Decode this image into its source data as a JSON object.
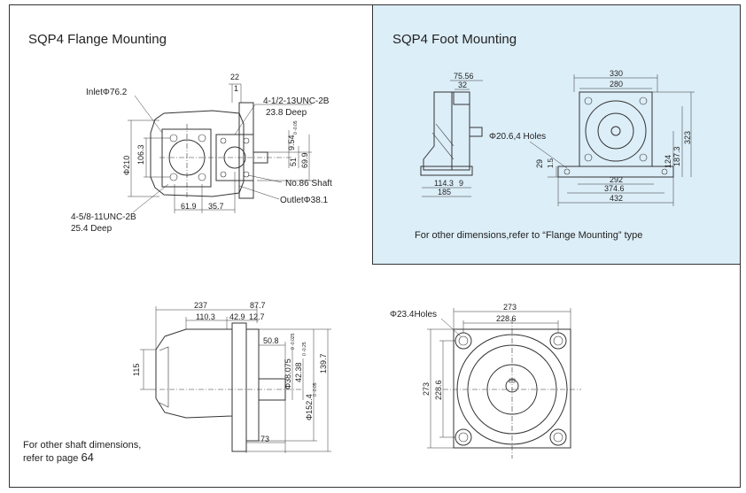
{
  "flange": {
    "title": "SQP4 Flange Mounting",
    "labels": {
      "inlet": "InletΦ76.2",
      "top_thread": "4-1/2-13UNC-2B",
      "top_deep": "23.8 Deep",
      "shaft": "No.86 Shaft",
      "outlet": "OutletΦ38.1",
      "bottom_thread": "4-5/8-11UNC-2B",
      "bottom_deep": "25.4 Deep"
    },
    "dims": {
      "d22": "22",
      "d1": "1",
      "phi210": "Φ210",
      "d106_3": "106.3",
      "d61_9": "61.9",
      "d35_7": "35.7",
      "d9_54": "9.54",
      "d9_54_tol": "0 -0.05",
      "d51": "51",
      "d69_9": "69.9"
    }
  },
  "foot": {
    "title": "SQP4 Foot Mounting",
    "holes": "Φ20.6,4 Holes",
    "note": "For other dimensions,refer to “Flange Mounting” type",
    "dims": {
      "d75_56": "75.56",
      "d32": "32",
      "d330": "330",
      "d280": "280",
      "d29": "29",
      "d1_5": "1.5",
      "d114_3": "114.3",
      "d9": "9",
      "d185": "185",
      "d292": "292",
      "d374_6": "374.6",
      "d432": "432",
      "d124": "124",
      "d187_3": "187.3",
      "d323": "323"
    }
  },
  "shaft_view": {
    "dims": {
      "d237": "237",
      "d87_7": "87.7",
      "d110_3": "110.3",
      "d42_9": "42.9",
      "d12_7": "12.7",
      "d50_8": "50.8",
      "d115": "115",
      "phi38_075": "Φ38.075",
      "phi38_tol": "0 -0.025",
      "d42_38": "42.38",
      "d42_tol": "0 -0.25",
      "phi152_4": "Φ152.4",
      "phi152_tol": "0 -0.05",
      "d139_7": "139.7",
      "d73": "73"
    }
  },
  "front_view": {
    "holes": "Φ23.4Holes",
    "dims": {
      "d273_top": "273",
      "d228_6_top": "228.6",
      "d273_side": "273",
      "d228_6_side": "228.6"
    }
  },
  "footer_note": {
    "line1": "For other shaft dimensions,",
    "line2_prefix": "refer to page",
    "page": "64"
  }
}
